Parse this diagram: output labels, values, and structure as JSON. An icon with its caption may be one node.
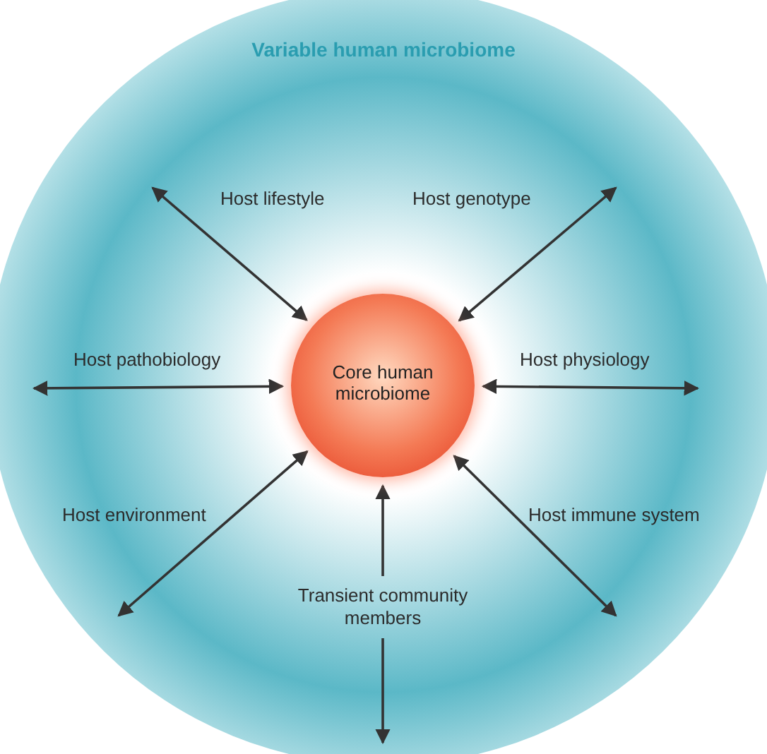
{
  "diagram": {
    "nodes": [
      {
        "text": [
          "Variable human microbiome"
        ]
      },
      {
        "text": [
          "Core human microbiome"
        ],
        "in": 0
      },
      {
        "text": [
          "Transient community members"
        ],
        "in": 0
      }
    ],
    "edges": [
      {
        "from": 1,
        "to": null,
        "arrow": "both",
        "label": "Host lifestyle"
      },
      {
        "from": 1,
        "to": null,
        "arrow": "both",
        "label": "Host genotype"
      },
      {
        "from": 1,
        "to": null,
        "arrow": "both",
        "label": "Host pathobiology"
      },
      {
        "from": 1,
        "to": null,
        "arrow": "both",
        "label": "Host physiology"
      },
      {
        "from": 1,
        "to": null,
        "arrow": "both",
        "label": "Host environment"
      },
      {
        "from": 1,
        "to": null,
        "arrow": "both",
        "label": "Host immune system"
      },
      {
        "from": 2,
        "to": 1,
        "arrow": "to"
      },
      {
        "from": 2,
        "to": null,
        "arrow": "to"
      }
    ]
  }
}
